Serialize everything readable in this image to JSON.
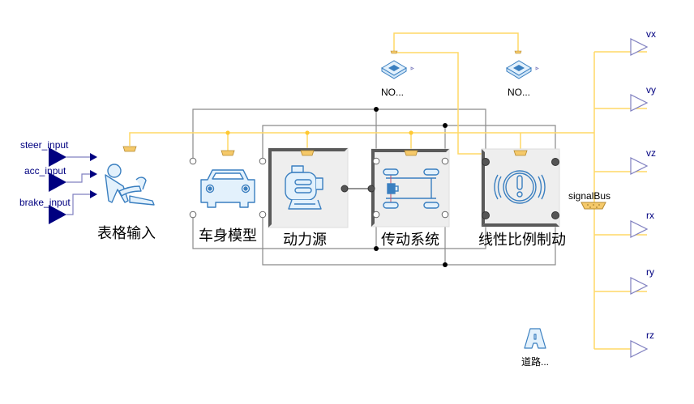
{
  "diagram": {
    "inputs": [
      {
        "label": "steer_input"
      },
      {
        "label": "acc_input"
      },
      {
        "label": "brake_input"
      }
    ],
    "blocks": [
      {
        "id": "table-input",
        "label": "表格输入",
        "icon": "driver-seat-icon"
      },
      {
        "id": "vehicle-body",
        "label": "车身模型",
        "icon": "car-icon"
      },
      {
        "id": "power-source",
        "label": "动力源",
        "icon": "motor-icon"
      },
      {
        "id": "drivetrain",
        "label": "传动系统",
        "icon": "chassis-icon"
      },
      {
        "id": "linear-brake",
        "label": "线性比例制动",
        "icon": "brake-warning-icon"
      },
      {
        "id": "road",
        "label": "道路...",
        "icon": "road-icon"
      }
    ],
    "noise_blocks": [
      {
        "label": "NO..."
      },
      {
        "label": "NO..."
      }
    ],
    "bus": {
      "label": "signalBus"
    },
    "outputs": [
      {
        "label": "vx"
      },
      {
        "label": "vy"
      },
      {
        "label": "vz"
      },
      {
        "label": "rx"
      },
      {
        "label": "ry"
      },
      {
        "label": "rz"
      }
    ],
    "colors": {
      "signal_wire": "#ffd966",
      "mech_wire": "#888888",
      "input_port": "#000080",
      "output_port": "#8080c0",
      "icon_stroke": "#3a7fc0",
      "icon_fill": "#e3f1fc",
      "bus_connector": "#f5c96a"
    }
  }
}
